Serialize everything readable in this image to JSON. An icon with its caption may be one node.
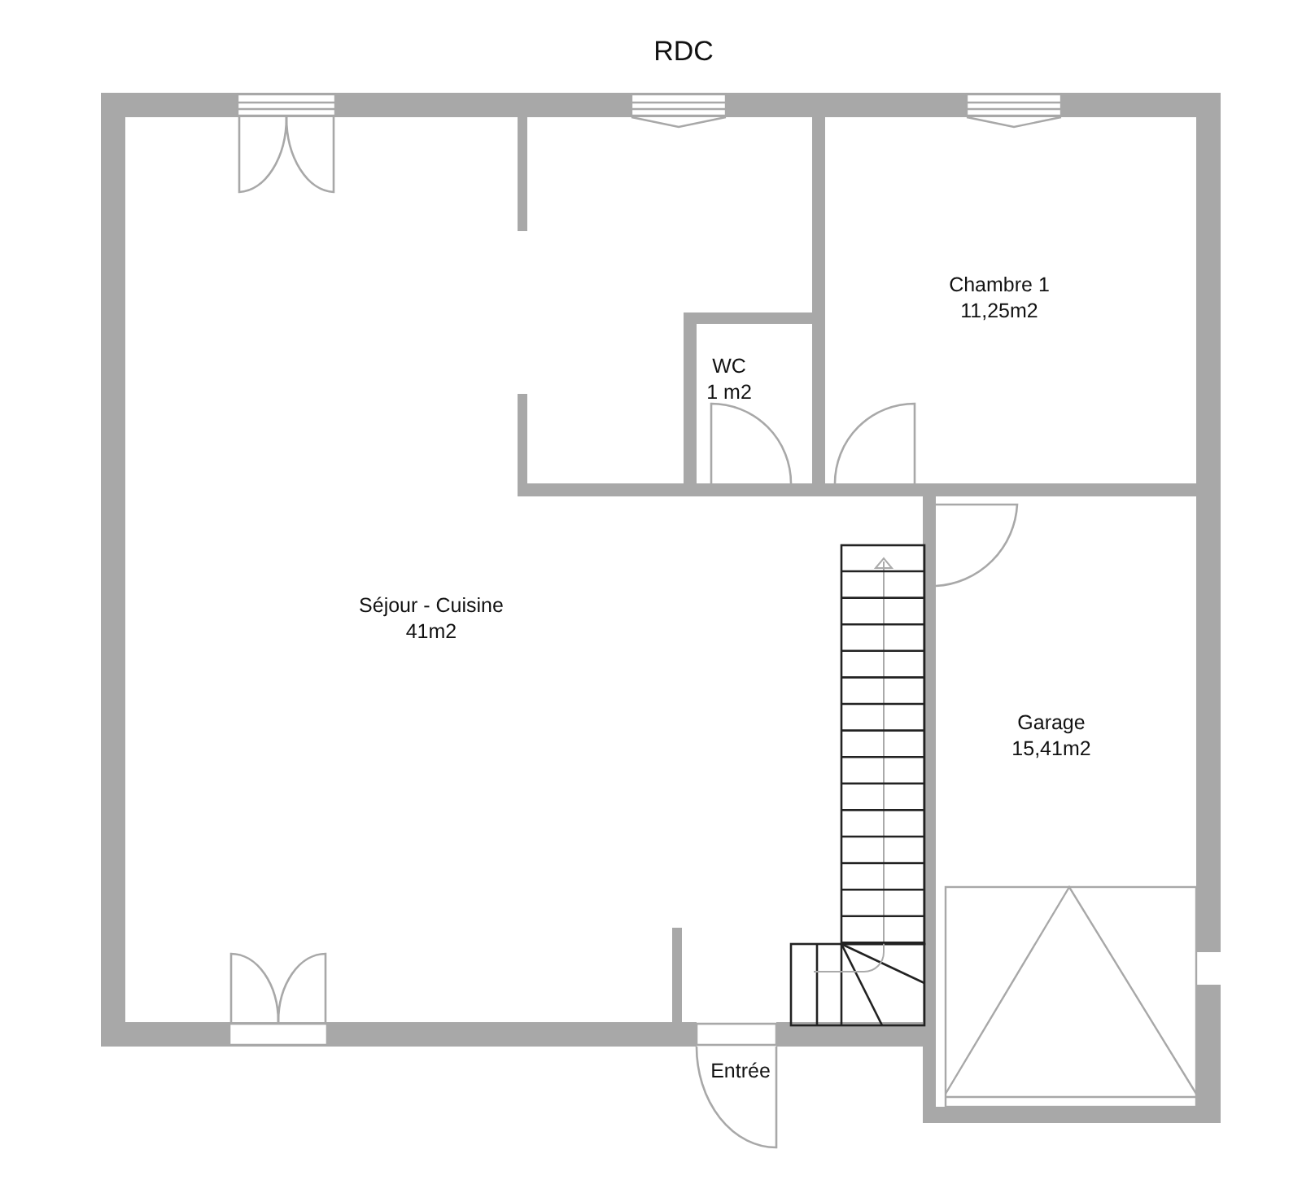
{
  "diagram": {
    "title": "RDC",
    "nodes": [
      {
        "text": [
          "Chambre 1",
          "11,25m2"
        ]
      },
      {
        "text": [
          "WC",
          "1 m2"
        ]
      },
      {
        "text": [
          "Séjour - Cuisine",
          "41m2"
        ]
      },
      {
        "text": [
          "Garage",
          "15,41m2"
        ]
      },
      {
        "text": [
          "Entrée"
        ]
      }
    ]
  }
}
